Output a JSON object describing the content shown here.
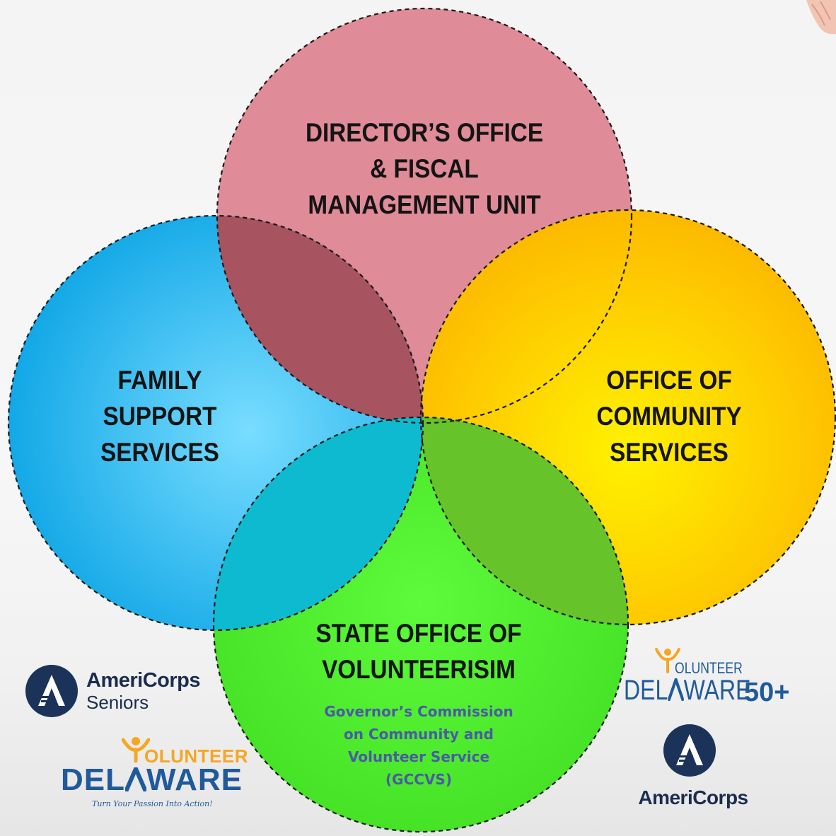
{
  "circles": {
    "director": {
      "lines": [
        "DIRECTOR’S OFFICE",
        "& FISCAL",
        "MANAGEMENT UNIT"
      ],
      "color": "#df8b98"
    },
    "family": {
      "lines": [
        "FAMILY",
        "SUPPORT",
        "SERVICES"
      ],
      "color": "#2fb8ee"
    },
    "community": {
      "lines": [
        "OFFICE OF",
        "COMMUNITY",
        "SERVICES"
      ],
      "color": "#fdc700"
    },
    "volunteerism": {
      "lines": [
        "STATE OFFICE OF",
        "VOLUNTEERISIM"
      ],
      "color": "#54ea30"
    }
  },
  "gccvs": {
    "lines": [
      "Governor’s Commission",
      "on Community and",
      "Volunteer Service",
      "(GCCVS)"
    ]
  },
  "logos": {
    "americorps_seniors": {
      "line1": "AmeriCorps",
      "line2": "Seniors"
    },
    "volunteer_delaware": {
      "top": "OLUNTEER",
      "main": "DEL",
      "main2": "WARE",
      "tagline": "Turn Your Passion Into Action!"
    },
    "volunteer_delaware_50": {
      "top": "OLUNTEER",
      "main": "DEL",
      "main2": "WARE",
      "suffix": "50+"
    },
    "americorps": {
      "name": "AmeriCorps"
    }
  }
}
